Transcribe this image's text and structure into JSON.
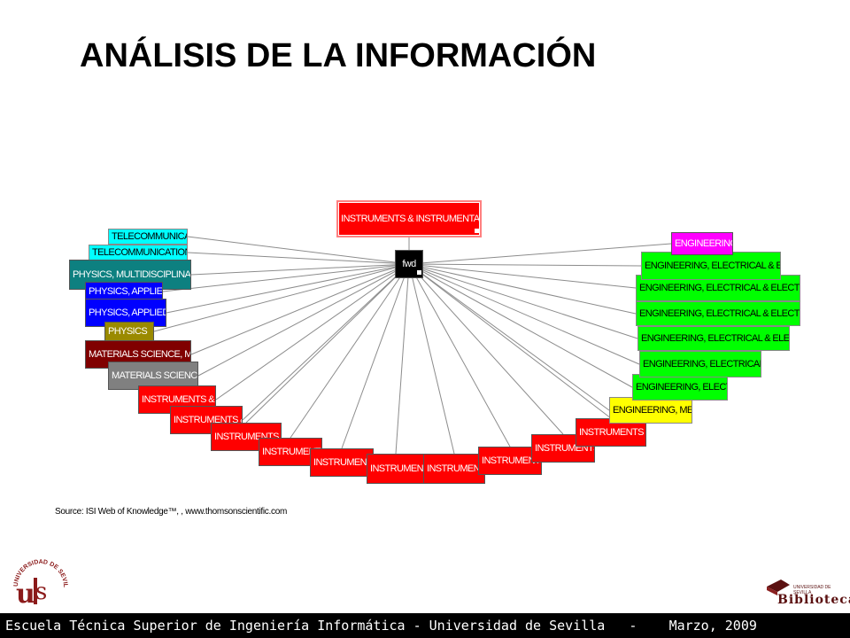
{
  "title": "ANÁLISIS DE LA INFORMACIÓN",
  "source": "Source: ISI Web of Knowledge™, , www.thomsonscientific.com",
  "footer": {
    "institution": "Escuela Técnica Superior de Ingeniería Informática - Universidad de Sevilla",
    "separator": "-",
    "date": "Marzo, 2009"
  },
  "logos": {
    "universidad": "UNIVERSIDAD DE SEVILLA",
    "biblioteca": "Biblioteca",
    "biblioteca_small": "UNIVERSIDAD DE SEVILLA"
  },
  "colors": {
    "red": "#ff0000",
    "cyan": "#00ffff",
    "teal": "#0d8080",
    "blue": "#0000ff",
    "olive": "#9a8a00",
    "maroon": "#800000",
    "gray": "#808080",
    "green": "#00ff00",
    "magenta": "#ff00ff",
    "yellow": "#ffff00",
    "black": "#000000"
  },
  "diagram": {
    "root": {
      "label": "INSTRUMENTS & INSTRUMENTATION",
      "color": "red"
    },
    "hub": {
      "label": "fwd",
      "color": "black"
    },
    "nodes": [
      {
        "label": "TELECOMMUNICATIO",
        "color": "cyan"
      },
      {
        "label": "TELECOMMUNICATIONS",
        "color": "cyan"
      },
      {
        "label": "PHYSICS, MULTIDISCIPLINARY",
        "color": "teal"
      },
      {
        "label": "PHYSICS, APPLIED",
        "color": "blue"
      },
      {
        "label": "PHYSICS, APPLIED",
        "color": "blue"
      },
      {
        "label": "PHYSICS",
        "color": "olive"
      },
      {
        "label": "MATERIALS SCIENCE, MULTI",
        "color": "maroon"
      },
      {
        "label": "MATERIALS SCIENCE, C",
        "color": "gray"
      },
      {
        "label": "INSTRUMENTS & INS",
        "color": "red"
      },
      {
        "label": "INSTRUMENTS & IN",
        "color": "red"
      },
      {
        "label": "INSTRUMENTS & I",
        "color": "red"
      },
      {
        "label": "INSTRUMENTS",
        "color": "red"
      },
      {
        "label": "INSTRUMENTS",
        "color": "red"
      },
      {
        "label": "INSTRUMENTS",
        "color": "red"
      },
      {
        "label": "INSTRUMENTS",
        "color": "red"
      },
      {
        "label": "INSTRUMENTS &",
        "color": "red"
      },
      {
        "label": "INSTRUMENTS & I",
        "color": "red"
      },
      {
        "label": "INSTRUMENTS & IN",
        "color": "red"
      },
      {
        "label": "ENGINEERING, MECHA",
        "color": "yellow"
      },
      {
        "label": "ENGINEERING, ELECTRICA",
        "color": "green"
      },
      {
        "label": "ENGINEERING, ELECTRICAL & EL",
        "color": "green"
      },
      {
        "label": "ENGINEERING, ELECTRICAL & ELECTRONI",
        "color": "green"
      },
      {
        "label": "ENGINEERING, ELECTRICAL & ELECTRONIC",
        "color": "green"
      },
      {
        "label": "ENGINEERING, ELECTRICAL & ELECTRONIC",
        "color": "green"
      },
      {
        "label": "ENGINEERING, ELECTRICAL & ELECTR",
        "color": "green"
      },
      {
        "label": "ENGINEERING",
        "color": "magenta"
      }
    ]
  }
}
